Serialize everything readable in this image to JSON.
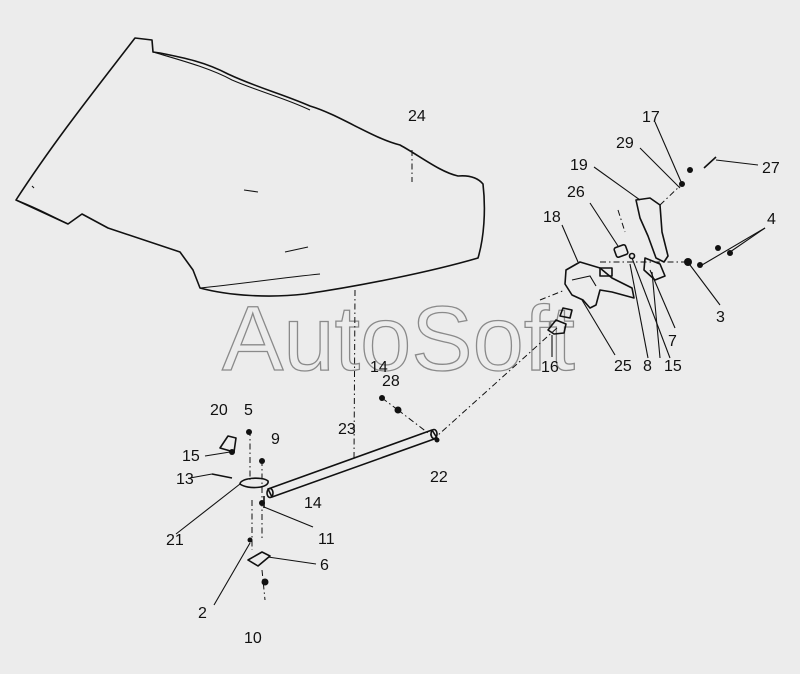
{
  "watermark": "AutoSoft",
  "callouts": [
    {
      "id": "c24",
      "text": "24"
    },
    {
      "id": "c17",
      "text": "17"
    },
    {
      "id": "c29",
      "text": "29"
    },
    {
      "id": "c19",
      "text": "19"
    },
    {
      "id": "c27",
      "text": "27"
    },
    {
      "id": "c26",
      "text": "26"
    },
    {
      "id": "c18",
      "text": "18"
    },
    {
      "id": "c4",
      "text": "4"
    },
    {
      "id": "c3",
      "text": "3"
    },
    {
      "id": "c7",
      "text": "7"
    },
    {
      "id": "c25",
      "text": "25"
    },
    {
      "id": "c8",
      "text": "8"
    },
    {
      "id": "c15a",
      "text": "15"
    },
    {
      "id": "c16",
      "text": "16"
    },
    {
      "id": "c14a",
      "text": "14"
    },
    {
      "id": "c28",
      "text": "28"
    },
    {
      "id": "c20",
      "text": "20"
    },
    {
      "id": "c5",
      "text": "5"
    },
    {
      "id": "c9",
      "text": "9"
    },
    {
      "id": "c23",
      "text": "23"
    },
    {
      "id": "c15b",
      "text": "15"
    },
    {
      "id": "c13",
      "text": "13"
    },
    {
      "id": "c22",
      "text": "22"
    },
    {
      "id": "c14b",
      "text": "14"
    },
    {
      "id": "c21",
      "text": "21"
    },
    {
      "id": "c11",
      "text": "11"
    },
    {
      "id": "c6",
      "text": "6"
    },
    {
      "id": "c2",
      "text": "2"
    },
    {
      "id": "c10",
      "text": "10"
    }
  ]
}
